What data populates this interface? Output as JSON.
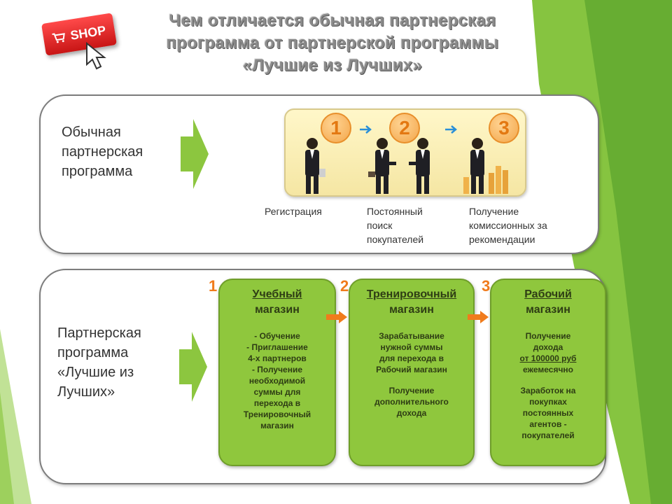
{
  "shop_badge": {
    "label": "SHOP",
    "color": "#e02020"
  },
  "title": {
    "line1": "Чем отличается обычная партнерская",
    "line2": "программа от партнерской программы",
    "line3": "«Лучшие из Лучших»"
  },
  "regular_program": {
    "label": "Обычная партнерская программа",
    "steps": [
      {
        "number": "1",
        "caption": "Регистрация"
      },
      {
        "number": "2",
        "caption": "Постоянный поиск покупателей"
      },
      {
        "number": "3",
        "caption": "Получение комиссионных за рекомендации"
      }
    ]
  },
  "best_program": {
    "label": "Партнерская программа «Лучшие из Лучших»",
    "shops": [
      {
        "number": "1",
        "title1": "Учебный",
        "title2": "магазин",
        "lines": [
          "- Обучение",
          "- Приглашение",
          "4-х партнеров",
          "- Получение",
          "необходимой",
          "суммы для",
          "перехода в",
          "Тренировочный",
          "магазин"
        ]
      },
      {
        "number": "2",
        "title1": "Тренировочный",
        "title2": "магазин",
        "para1": [
          "Зарабатывание",
          "нужной суммы",
          "для перехода в",
          "Рабочий магазин"
        ],
        "para2": [
          "Получение",
          "дополнительного",
          "дохода"
        ]
      },
      {
        "number": "3",
        "title1": "Рабочий",
        "title2": "магазин",
        "para1": [
          "Получение",
          "дохода",
          "от 100000 руб",
          "ежемесячно"
        ],
        "para2": [
          "Заработок на",
          "покупках",
          "постоянных",
          "агентов -",
          "покупателей"
        ]
      }
    ]
  },
  "colors": {
    "box_green": "#8fc73d",
    "accent_orange": "#f07b1c",
    "arrow_green": "#8cc63f"
  }
}
